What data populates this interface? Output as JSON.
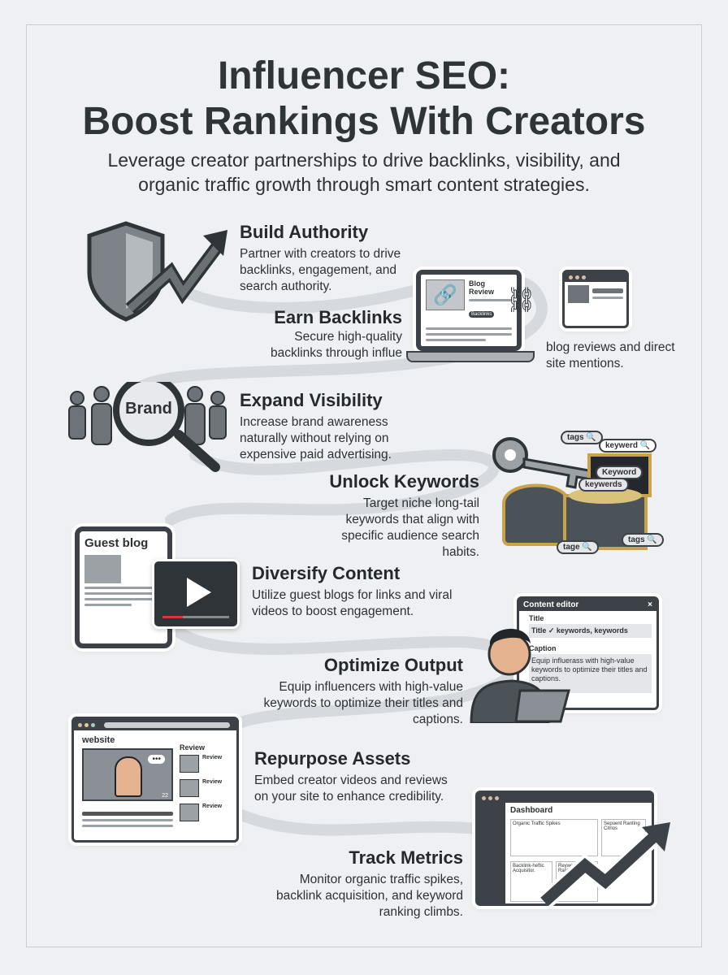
{
  "title_line1": "Influencer SEO:",
  "title_line2": "Boost Rankings With Creators",
  "subtitle_line1": "Leverage creator partnerships to drive backlinks, visibility, and",
  "subtitle_line2": "organic traffic growth through smart content strategies.",
  "steps": [
    {
      "heading": "Build Authority",
      "body": "Partner with creators to drive backlinks, engagement, and search authority."
    },
    {
      "heading": "Earn Backlinks",
      "body": "Secure high-quality backlinks through influe",
      "body_extra": "blog reviews and direct site mentions."
    },
    {
      "heading": "Expand Visibility",
      "body": "Increase brand awareness naturally without relying on expensive paid advertising."
    },
    {
      "heading": "Unlock Keywords",
      "body": "Target niche long-tail keywords that align with specific audience search habits."
    },
    {
      "heading": "Diversify Content",
      "body": "Utilize guest blogs for links and viral videos to boost engagement."
    },
    {
      "heading": "Optimize Output",
      "body": "Equip influencers with high-value keywords to optimize their titles and captions."
    },
    {
      "heading": "Repurpose Assets",
      "body": "Embed creator videos and reviews on your site to enhance credibility."
    },
    {
      "heading": "Track Metrics",
      "body": "Monitor organic traffic spikes, backlink acquisition, and keyword ranking climbs."
    }
  ],
  "illustrations": {
    "blog_review": {
      "title": "Blog Review",
      "button": "Backlinks"
    },
    "brand": "Brand",
    "keyword_tags": [
      "tags",
      "keywerd",
      "Keyword",
      "keywerds",
      "tage",
      "tags"
    ],
    "guest_blog": "Guest blog",
    "editor": {
      "title": "Content editor",
      "close": "×",
      "title_label": "Title",
      "title_value": "Title ✓ keywords, keywords",
      "caption_label": "Caption",
      "caption_value": "Equip influerass with high-value keywords to optimize their titles and captions."
    },
    "website": {
      "title": "website",
      "review_heading": "Review",
      "review_items": [
        "Review",
        "Review",
        "Review"
      ],
      "video_time": "22"
    },
    "dashboard": {
      "title": "Dashboard",
      "cards": [
        "Organic Traffic Spikes",
        "Sepuent Ranting Citrios",
        "Backlink-heftic Acquisitor.",
        "Reyword Ranking Citrbs"
      ]
    }
  }
}
